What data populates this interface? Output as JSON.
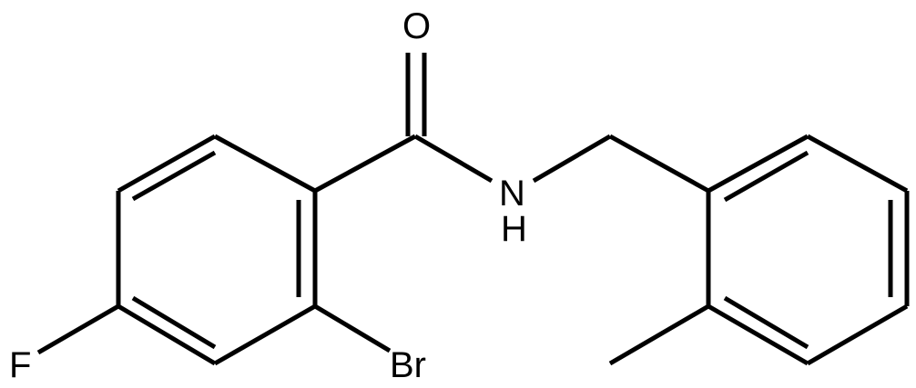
{
  "molecule": {
    "atoms": {
      "O": "O",
      "N": "N",
      "H": "H",
      "F": "F",
      "Br": "Br"
    },
    "colors": {
      "ink": "#000000",
      "background": "#ffffff"
    }
  }
}
